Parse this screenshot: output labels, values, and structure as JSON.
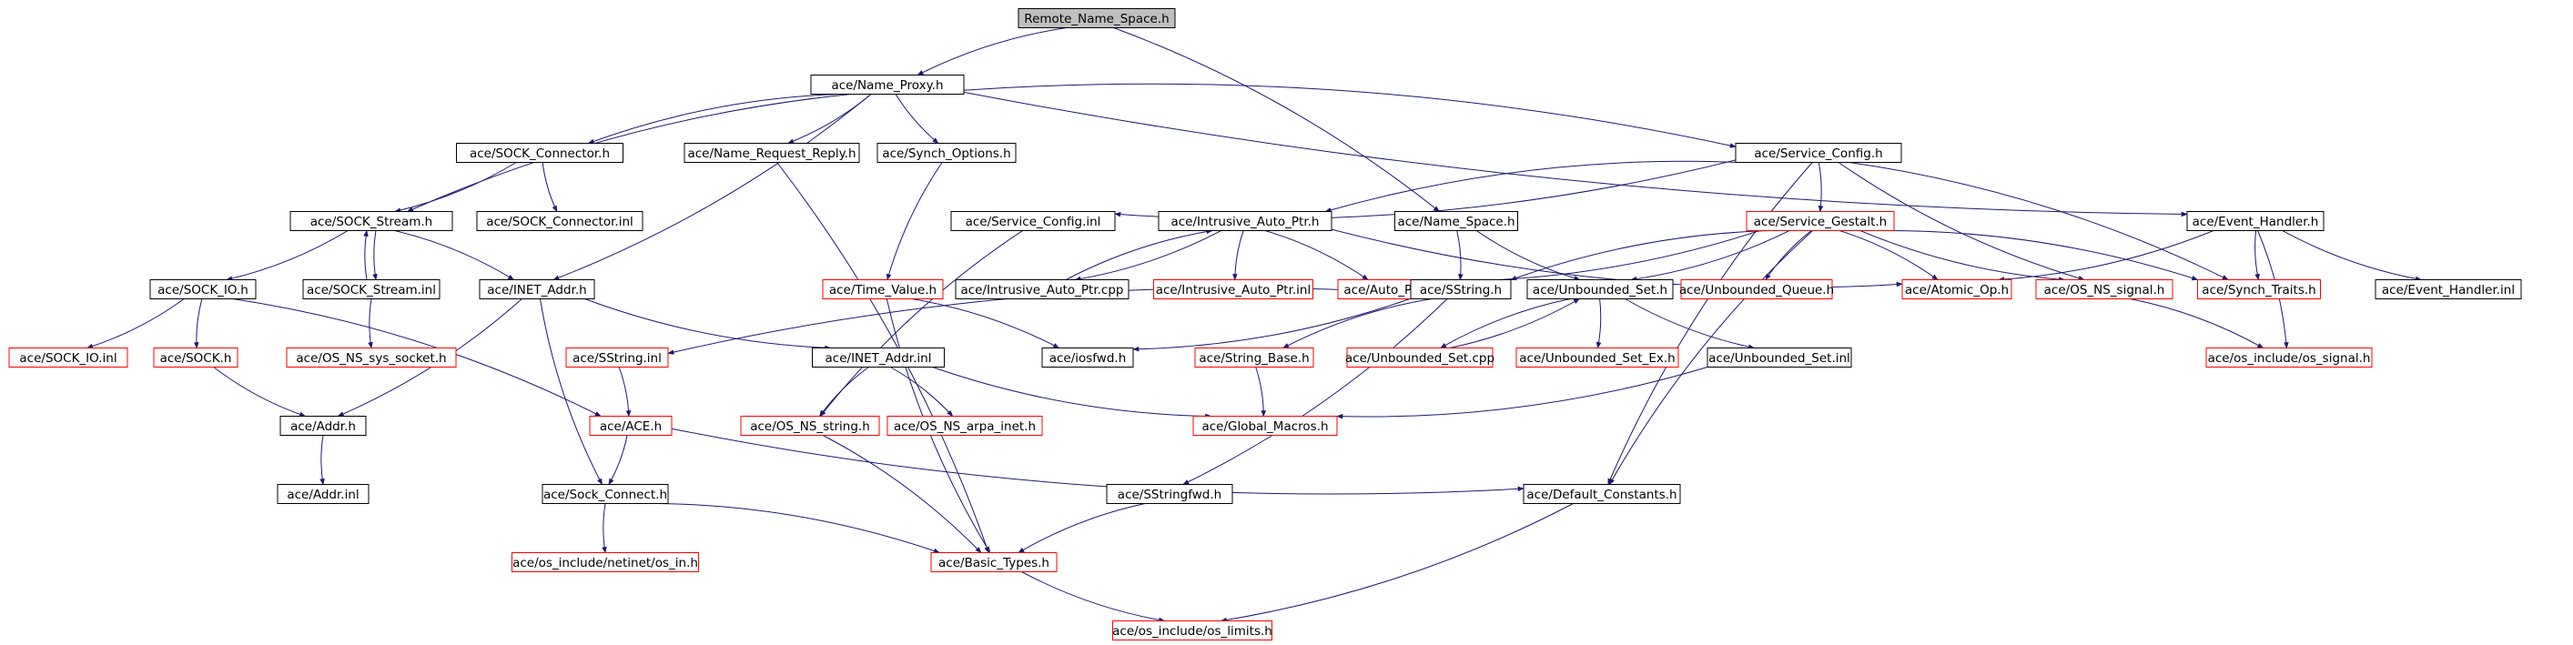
{
  "graph": {
    "root": "n0",
    "colors": {
      "edge": "#191970",
      "node_border_black": "#000000",
      "node_border_red": "#ff0000",
      "root_fill": "#bfbfbf",
      "node_fill": "#ffffff",
      "text": "#000000"
    },
    "nodes": [
      {
        "id": "n0",
        "label": "Remote_Name_Space.h",
        "border": "black"
      },
      {
        "id": "n1",
        "label": "ace/Name_Proxy.h",
        "border": "black"
      },
      {
        "id": "n2",
        "label": "ace/SOCK_Connector.h",
        "border": "black"
      },
      {
        "id": "n3",
        "label": "ace/Name_Request_Reply.h",
        "border": "black"
      },
      {
        "id": "n4",
        "label": "ace/Synch_Options.h",
        "border": "black"
      },
      {
        "id": "n5",
        "label": "ace/Service_Config.h",
        "border": "black"
      },
      {
        "id": "n6",
        "label": "ace/SOCK_Stream.h",
        "border": "black"
      },
      {
        "id": "n7",
        "label": "ace/SOCK_Connector.inl",
        "border": "black"
      },
      {
        "id": "n8",
        "label": "ace/Service_Config.inl",
        "border": "black"
      },
      {
        "id": "n9",
        "label": "ace/Intrusive_Auto_Ptr.h",
        "border": "black"
      },
      {
        "id": "n10",
        "label": "ace/Name_Space.h",
        "border": "black"
      },
      {
        "id": "n11",
        "label": "ace/Service_Gestalt.h",
        "border": "red"
      },
      {
        "id": "n12",
        "label": "ace/Event_Handler.h",
        "border": "black"
      },
      {
        "id": "n13",
        "label": "ace/SOCK_IO.h",
        "border": "black"
      },
      {
        "id": "n14",
        "label": "ace/SOCK_Stream.inl",
        "border": "black"
      },
      {
        "id": "n15",
        "label": "ace/INET_Addr.h",
        "border": "black"
      },
      {
        "id": "n16",
        "label": "ace/Time_Value.h",
        "border": "red"
      },
      {
        "id": "n17",
        "label": "ace/Intrusive_Auto_Ptr.cpp",
        "border": "black"
      },
      {
        "id": "n18",
        "label": "ace/Intrusive_Auto_Ptr.inl",
        "border": "red"
      },
      {
        "id": "n19",
        "label": "ace/Auto_Ptr.h",
        "border": "red"
      },
      {
        "id": "n20",
        "label": "ace/SString.h",
        "border": "black"
      },
      {
        "id": "n21",
        "label": "ace/Unbounded_Set.h",
        "border": "black"
      },
      {
        "id": "n22",
        "label": "ace/Unbounded_Queue.h",
        "border": "red"
      },
      {
        "id": "n23",
        "label": "ace/Atomic_Op.h",
        "border": "red"
      },
      {
        "id": "n24",
        "label": "ace/OS_NS_signal.h",
        "border": "red"
      },
      {
        "id": "n25",
        "label": "ace/Synch_Traits.h",
        "border": "red"
      },
      {
        "id": "n26",
        "label": "ace/Event_Handler.inl",
        "border": "black"
      },
      {
        "id": "n27",
        "label": "ace/SOCK_IO.inl",
        "border": "red"
      },
      {
        "id": "n28",
        "label": "ace/SOCK.h",
        "border": "red"
      },
      {
        "id": "n29",
        "label": "ace/OS_NS_sys_socket.h",
        "border": "red"
      },
      {
        "id": "n30",
        "label": "ace/SString.inl",
        "border": "red"
      },
      {
        "id": "n31",
        "label": "ace/INET_Addr.inl",
        "border": "black"
      },
      {
        "id": "n32",
        "label": "ace/iosfwd.h",
        "border": "black"
      },
      {
        "id": "n33",
        "label": "ace/String_Base.h",
        "border": "red"
      },
      {
        "id": "n34",
        "label": "ace/Unbounded_Set.cpp",
        "border": "red"
      },
      {
        "id": "n35",
        "label": "ace/Unbounded_Set_Ex.h",
        "border": "red"
      },
      {
        "id": "n36",
        "label": "ace/Unbounded_Set.inl",
        "border": "black"
      },
      {
        "id": "n37",
        "label": "ace/os_include/os_signal.h",
        "border": "red"
      },
      {
        "id": "n38",
        "label": "ace/Addr.h",
        "border": "black"
      },
      {
        "id": "n39",
        "label": "ace/ACE.h",
        "border": "red"
      },
      {
        "id": "n40",
        "label": "ace/OS_NS_string.h",
        "border": "red"
      },
      {
        "id": "n41",
        "label": "ace/OS_NS_arpa_inet.h",
        "border": "red"
      },
      {
        "id": "n42",
        "label": "ace/Global_Macros.h",
        "border": "red"
      },
      {
        "id": "n43",
        "label": "ace/Addr.inl",
        "border": "black"
      },
      {
        "id": "n44",
        "label": "ace/Sock_Connect.h",
        "border": "black"
      },
      {
        "id": "n45",
        "label": "ace/SStringfwd.h",
        "border": "black"
      },
      {
        "id": "n46",
        "label": "ace/Default_Constants.h",
        "border": "black"
      },
      {
        "id": "n47",
        "label": "ace/os_include/netinet/os_in.h",
        "border": "red"
      },
      {
        "id": "n48",
        "label": "ace/Basic_Types.h",
        "border": "red"
      },
      {
        "id": "n49",
        "label": "ace/os_include/os_limits.h",
        "border": "red"
      }
    ],
    "edges": [
      [
        "n0",
        "n1"
      ],
      [
        "n0",
        "n10"
      ],
      [
        "n1",
        "n2"
      ],
      [
        "n1",
        "n3"
      ],
      [
        "n1",
        "n4"
      ],
      [
        "n1",
        "n5"
      ],
      [
        "n1",
        "n6"
      ],
      [
        "n1",
        "n15"
      ],
      [
        "n1",
        "n12"
      ],
      [
        "n2",
        "n6"
      ],
      [
        "n2",
        "n7"
      ],
      [
        "n3",
        "n48"
      ],
      [
        "n4",
        "n16"
      ],
      [
        "n5",
        "n8"
      ],
      [
        "n5",
        "n9"
      ],
      [
        "n5",
        "n11"
      ],
      [
        "n5",
        "n24"
      ],
      [
        "n5",
        "n25"
      ],
      [
        "n5",
        "n46"
      ],
      [
        "n6",
        "n13"
      ],
      [
        "n6",
        "n14"
      ],
      [
        "n6",
        "n15"
      ],
      [
        "n8",
        "n40"
      ],
      [
        "n9",
        "n17"
      ],
      [
        "n9",
        "n18"
      ],
      [
        "n9",
        "n19"
      ],
      [
        "n9",
        "n23"
      ],
      [
        "n10",
        "n20"
      ],
      [
        "n10",
        "n21"
      ],
      [
        "n11",
        "n19"
      ],
      [
        "n11",
        "n20"
      ],
      [
        "n11",
        "n21"
      ],
      [
        "n11",
        "n22"
      ],
      [
        "n11",
        "n23"
      ],
      [
        "n11",
        "n24"
      ],
      [
        "n11",
        "n25"
      ],
      [
        "n11",
        "n46"
      ],
      [
        "n12",
        "n23"
      ],
      [
        "n12",
        "n25"
      ],
      [
        "n12",
        "n37"
      ],
      [
        "n12",
        "n26"
      ],
      [
        "n13",
        "n27"
      ],
      [
        "n13",
        "n28"
      ],
      [
        "n13",
        "n39"
      ],
      [
        "n14",
        "n29"
      ],
      [
        "n14",
        "n6"
      ],
      [
        "n15",
        "n31"
      ],
      [
        "n15",
        "n38"
      ],
      [
        "n15",
        "n44"
      ],
      [
        "n16",
        "n32"
      ],
      [
        "n16",
        "n48"
      ],
      [
        "n17",
        "n9"
      ],
      [
        "n20",
        "n30"
      ],
      [
        "n20",
        "n32"
      ],
      [
        "n20",
        "n33"
      ],
      [
        "n20",
        "n45"
      ],
      [
        "n21",
        "n34"
      ],
      [
        "n21",
        "n35"
      ],
      [
        "n21",
        "n36"
      ],
      [
        "n24",
        "n37"
      ],
      [
        "n28",
        "n38"
      ],
      [
        "n30",
        "n39"
      ],
      [
        "n31",
        "n40"
      ],
      [
        "n31",
        "n41"
      ],
      [
        "n31",
        "n42"
      ],
      [
        "n33",
        "n42"
      ],
      [
        "n34",
        "n21"
      ],
      [
        "n36",
        "n42"
      ],
      [
        "n38",
        "n43"
      ],
      [
        "n39",
        "n44"
      ],
      [
        "n39",
        "n46"
      ],
      [
        "n40",
        "n48"
      ],
      [
        "n44",
        "n47"
      ],
      [
        "n44",
        "n48"
      ],
      [
        "n45",
        "n48"
      ],
      [
        "n46",
        "n49"
      ],
      [
        "n48",
        "n49"
      ]
    ]
  }
}
